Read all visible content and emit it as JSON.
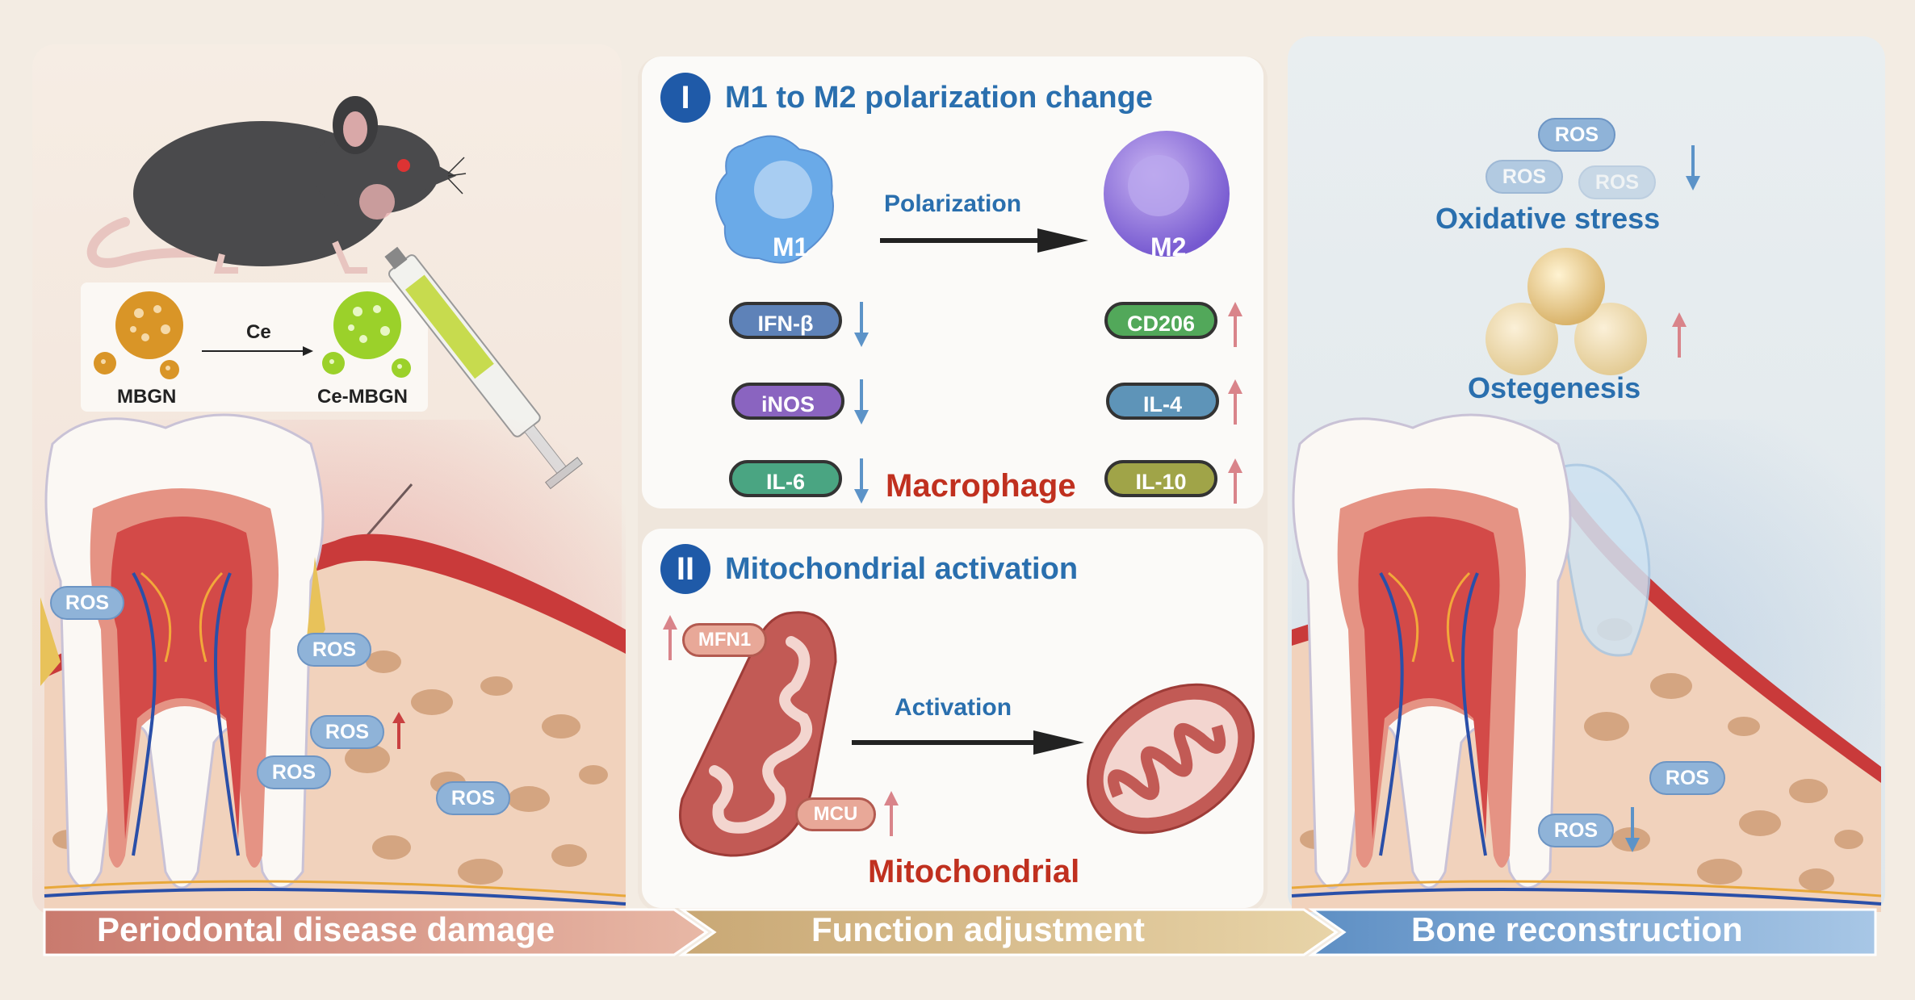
{
  "left": {
    "particles": {
      "before": "MBGN",
      "reagent": "Ce",
      "after": "Ce-MBGN"
    },
    "ros_labels": [
      "ROS",
      "ROS",
      "ROS",
      "ROS",
      "ROS"
    ]
  },
  "section1": {
    "numeral": "I",
    "title": "M1 to M2 polarization change",
    "m1": "M1",
    "m2": "M2",
    "arrow_label": "Polarization",
    "m1_markers": [
      "IFN-β",
      "iNOS",
      "IL-6"
    ],
    "m2_markers": [
      "CD206",
      "IL-4",
      "IL-10"
    ],
    "caption": "Macrophage"
  },
  "section2": {
    "numeral": "II",
    "title": "Mitochondrial activation",
    "marker_top": "MFN1",
    "marker_bottom": "MCU",
    "arrow_label": "Activation",
    "caption": "Mitochondrial"
  },
  "right": {
    "ros_top": [
      "ROS",
      "ROS",
      "ROS"
    ],
    "oxidative": "Oxidative stress",
    "osteo": "Ostegenesis",
    "ros_bottom": [
      "ROS",
      "ROS"
    ]
  },
  "banners": {
    "left": "Periodontal disease damage",
    "middle": "Function adjustment",
    "right": "Bone reconstruction"
  },
  "colors": {
    "title_blue": "#2a6fae",
    "roman_blue": "#1f5aa8",
    "caption_red": "#c0301f",
    "up_arrow": "#d9848a",
    "down_arrow": "#5c93c8",
    "ros_fill": "#8fb3d8"
  }
}
